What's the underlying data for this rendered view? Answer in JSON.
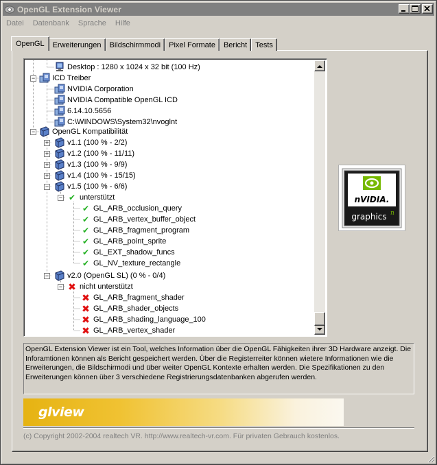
{
  "window": {
    "title": "OpenGL Extension Viewer"
  },
  "menu": [
    "Datei",
    "Datenbank",
    "Sprache",
    "Hilfe"
  ],
  "tabs": [
    "OpenGL",
    "Erweiterungen",
    "Bildschirmmodi",
    "Pixel Formate",
    "Bericht",
    "Tests"
  ],
  "active_tab": "OpenGL",
  "tree": {
    "desktop": "Desktop : 1280 x 1024 x 32 bit (100 Hz)",
    "icd_label": "ICD Treiber",
    "icd_items": [
      "NVIDIA Corporation",
      "NVIDIA Compatible OpenGL ICD",
      "6.14.10.5656",
      "C:\\WINDOWS\\System32\\nvoglnt"
    ],
    "compat_label": "OpenGL Kompatibilität",
    "versions": [
      "v1.1 (100 % - 2/2)",
      "v1.2 (100 % - 11/11)",
      "v1.3 (100 % - 9/9)",
      "v1.4 (100 % - 15/15)",
      "v1.5 (100 % - 6/6)"
    ],
    "supported_label": "unterstützt",
    "supported": [
      "GL_ARB_occlusion_query",
      "GL_ARB_vertex_buffer_object",
      "GL_ARB_fragment_program",
      "GL_ARB_point_sprite",
      "GL_EXT_shadow_funcs",
      "GL_NV_texture_rectangle"
    ],
    "v20": "v2.0 (OpenGL SL) (0 % - 0/4)",
    "unsupported_label": "nicht unterstützt",
    "unsupported": [
      "GL_ARB_fragment_shader",
      "GL_ARB_shader_objects",
      "GL_ARB_shading_language_100",
      "GL_ARB_vertex_shader"
    ]
  },
  "logo": {
    "brand": "nVIDIA.",
    "sub": "graphics"
  },
  "description": "OpenGL Extension Viewer ist ein Tool, welches Information über die OpenGL Fähigkeiten ihrer 3D Hardware anzeigt. Die Inforamtionen können als Bericht gespeichert werden. Über die Registerreiter können wietere Informationen wie die Erweiterungen, die Bildschirmodi und über weiter OpenGL Kontexte erhalten werden. Die Spezifikationen zu den Erweiterungen können über 3 verschiedene Registrierungsdatenbanken abgerufen werden.",
  "banner": "glview",
  "copyright": "(c) Copyright 2002-2004 realtech VR. http://www.realtech-vr.com. Für privaten Gebrauch kostenlos.",
  "colors": {
    "check": "#22b021",
    "cross": "#e01010",
    "banner_start": "#e6b312"
  }
}
